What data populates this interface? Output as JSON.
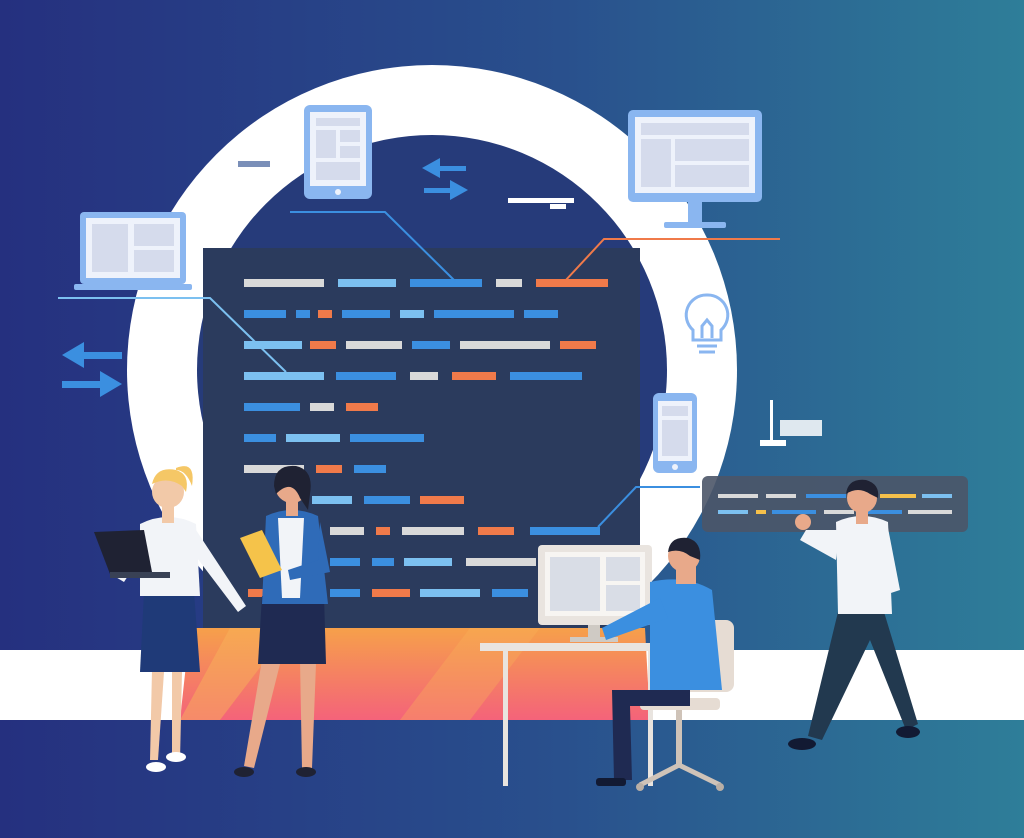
{
  "scene": {
    "description_text": "",
    "colors": {
      "bg_left": "#262f7f",
      "bg_right": "#2e7a98",
      "ring": "#ffffff",
      "code_panel": "#2a3a5c",
      "code_gray": "#d9d9d9",
      "code_blue": "#3b8fe0",
      "code_light_blue": "#7cc0f0",
      "code_orange": "#f07a4a",
      "device_frame": "#8ab6f0",
      "device_screen": "#eef2fb",
      "floor_orange": "#f59a4c",
      "floor_pink": "#f5607a"
    },
    "icons": [
      "laptop-icon",
      "tablet-icon",
      "monitor-icon",
      "phone-icon",
      "lightbulb-icon",
      "swap-arrows-icon"
    ],
    "people": [
      "woman-with-laptop",
      "woman-with-folder",
      "man-at-desk",
      "man-walking"
    ]
  }
}
